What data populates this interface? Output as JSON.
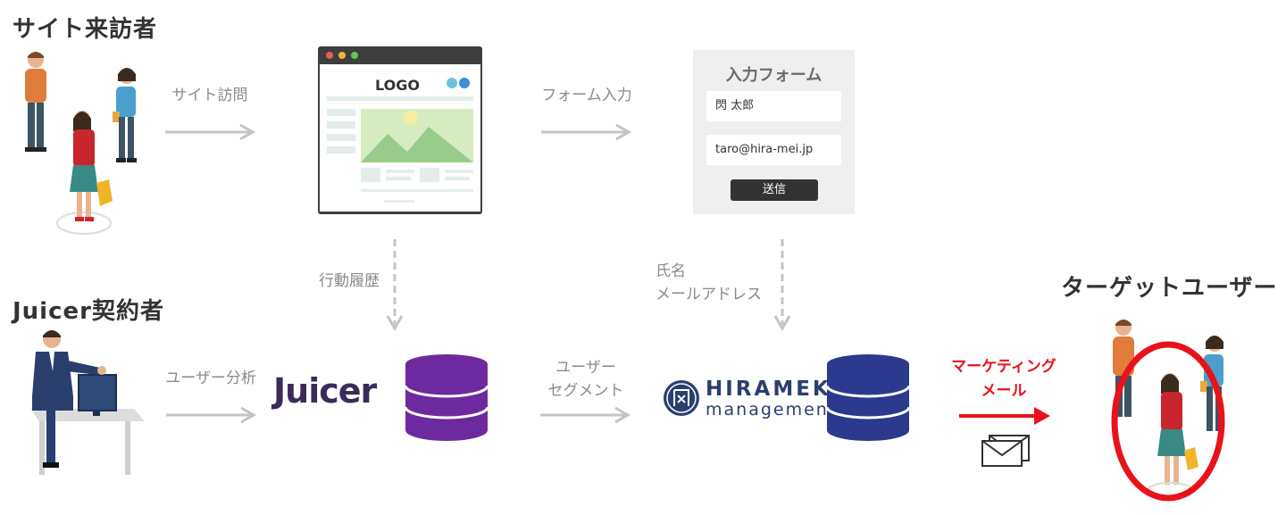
{
  "headings": {
    "site_visitors": "サイト来訪者",
    "juicer_contractor": "Juicer契約者",
    "target_users": "ターゲットユーザー"
  },
  "flow_labels": {
    "site_visit": "サイト訪問",
    "form_input": "フォーム入力",
    "behavior_history": "行動履歴",
    "name_line": "氏名",
    "email_line": "メールアドレス",
    "user_analysis": "ユーザー分析",
    "segment_line1": "ユーザー",
    "segment_line2": "セグメント",
    "marketing_line1": "マーケティング",
    "marketing_line2": "メール"
  },
  "website_mock": {
    "logo_text": "LOGO"
  },
  "form_mock": {
    "title": "入力フォーム",
    "name_value": "閃 太郎",
    "email_value": "taro@hira-mei.jp",
    "submit_label": "送信"
  },
  "brands": {
    "juicer": "Juicer",
    "hirameki": "HIRAMEKI",
    "management": "management."
  },
  "colors": {
    "arrow_gray": "#c4c4c4",
    "juicer_db": "#6d2a9e",
    "hirameki_db": "#2b3a8e",
    "highlight_red": "#e8131a"
  }
}
